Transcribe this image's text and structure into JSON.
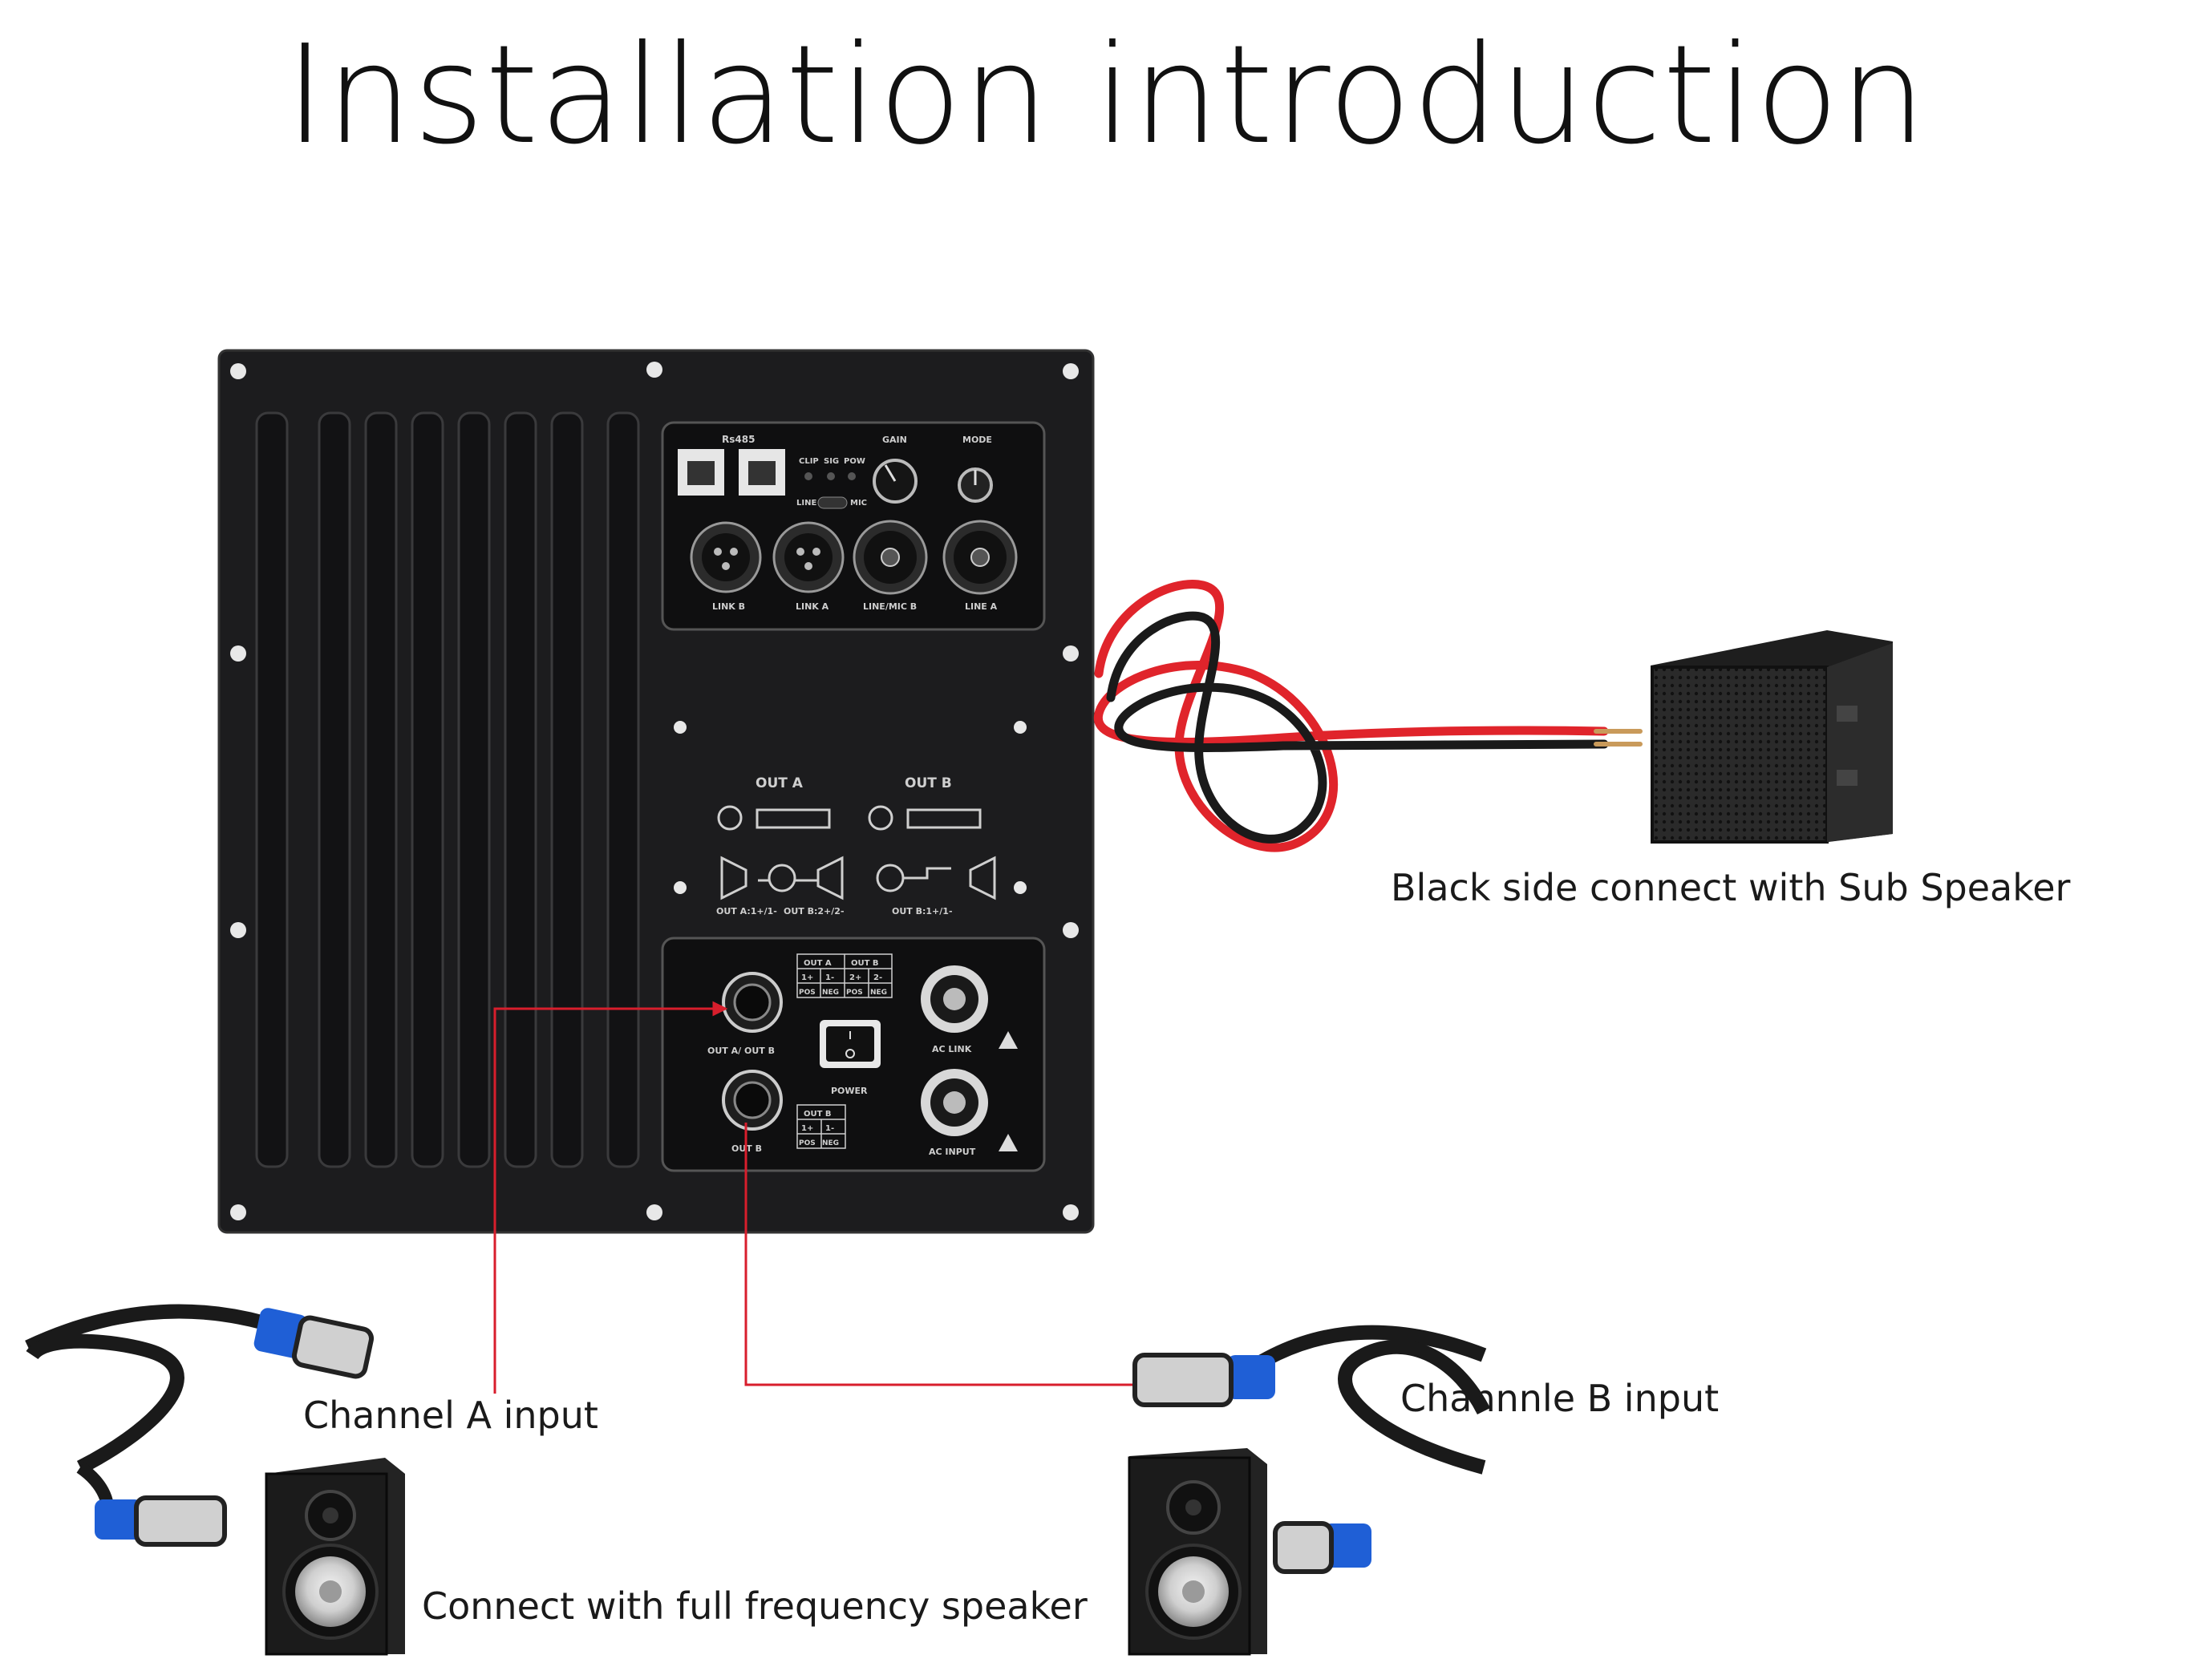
{
  "title": "Installation introduction",
  "labels": {
    "sub_speaker": "Black side connect with Sub Speaker",
    "channel_a": "Channel A input",
    "channel_b": "Channnle B input",
    "full_range": "Connect with full frequency speaker"
  },
  "panel": {
    "rs485": "Rs485",
    "clip": "CLIP",
    "sig": "SIG",
    "pow": "POW",
    "gain": "GAIN",
    "mode": "MODE",
    "line": "LINE",
    "mic": "MIC",
    "link_b": "LINK B",
    "link_a": "LINK A",
    "line_mic_b": "LINE/MIC B",
    "line_a": "LINE A",
    "out_a": "OUT A",
    "out_b": "OUT B",
    "out_a_wiring": "OUT A:1+/1-",
    "out_b_wiring": "OUT B:2+/2-",
    "out_b_wiring_2": "OUT B:1+/1-",
    "out_a_out_b": "OUT A/ OUT B",
    "out_b_socket": "OUT B",
    "ac_link": "AC LINK",
    "ac_input": "AC INPUT",
    "power": "POWER",
    "table1": {
      "headers": [
        "OUT A",
        "OUT B"
      ],
      "row1": [
        "1+",
        "1-",
        "2+",
        "2-"
      ],
      "row2": [
        "POS",
        "NEG",
        "POS",
        "NEG"
      ]
    },
    "table2": {
      "header": "OUT B",
      "row1": [
        "1+",
        "1-"
      ],
      "row2": [
        "POS",
        "NEG"
      ]
    }
  },
  "colors": {
    "panel": "#1c1c1e",
    "wire_red": "#e0242b",
    "wire_black": "#1a1a1a",
    "arrow": "#d81e2c",
    "connector_blue": "#1f5fd6"
  }
}
